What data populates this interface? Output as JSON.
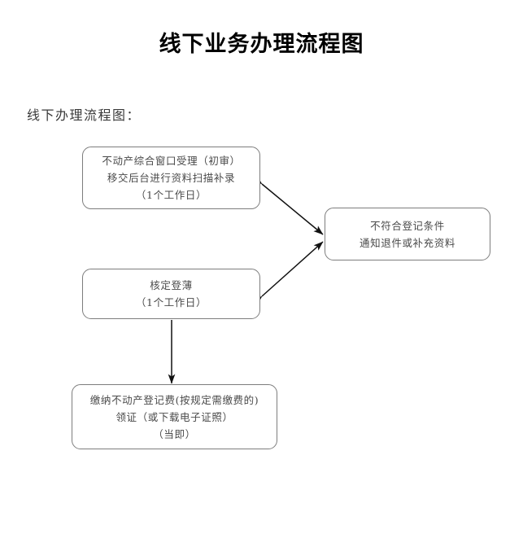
{
  "document": {
    "title": "线下业务办理流程图",
    "subtitle": "线下办理流程图："
  },
  "flowchart": {
    "type": "flowchart",
    "orientation": "top-to-bottom",
    "nodes": [
      {
        "id": "intake",
        "shape": "rounded-rectangle",
        "lines": [
          "不动产综合窗口受理（初审）",
          "移交后台进行资料扫描补录",
          "（1个工作日）"
        ],
        "line1": "不动产综合窗口受理（初审）",
        "line2": "移交后台进行资料扫描补录",
        "line3": "（1个工作日）"
      },
      {
        "id": "reject",
        "shape": "rounded-rectangle",
        "lines": [
          "不符合登记条件",
          "通知退件或补充资料"
        ],
        "line1": "不符合登记条件",
        "line2": "通知退件或补充资料"
      },
      {
        "id": "approve",
        "shape": "rounded-rectangle",
        "lines": [
          "核定登薄",
          "（1个工作日）"
        ],
        "line1": "核定登薄",
        "line2": "（1个工作日）"
      },
      {
        "id": "payment",
        "shape": "rounded-rectangle",
        "lines": [
          "缴纳不动产登记费(按规定需缴费的)",
          "领证（或下载电子证照）",
          "（当即）"
        ],
        "line1": "缴纳不动产登记费(按规定需缴费的)",
        "line2": "领证（或下载电子证照）",
        "line3": "（当即）"
      }
    ],
    "edges": [
      {
        "id": "intake-reject",
        "from": "intake",
        "to": "reject",
        "style": "double-arrow",
        "label": ""
      },
      {
        "id": "approve-reject",
        "from": "approve",
        "to": "reject",
        "style": "double-arrow",
        "label": ""
      },
      {
        "id": "approve-payment",
        "from": "approve",
        "to": "payment",
        "style": "single-arrow",
        "label": ""
      }
    ]
  },
  "colors": {
    "page_background": "#ffffff",
    "title_text": "#000000",
    "box_border": "#7d7d7d",
    "box_text": "#4a4a4a",
    "connector": "#111111"
  }
}
